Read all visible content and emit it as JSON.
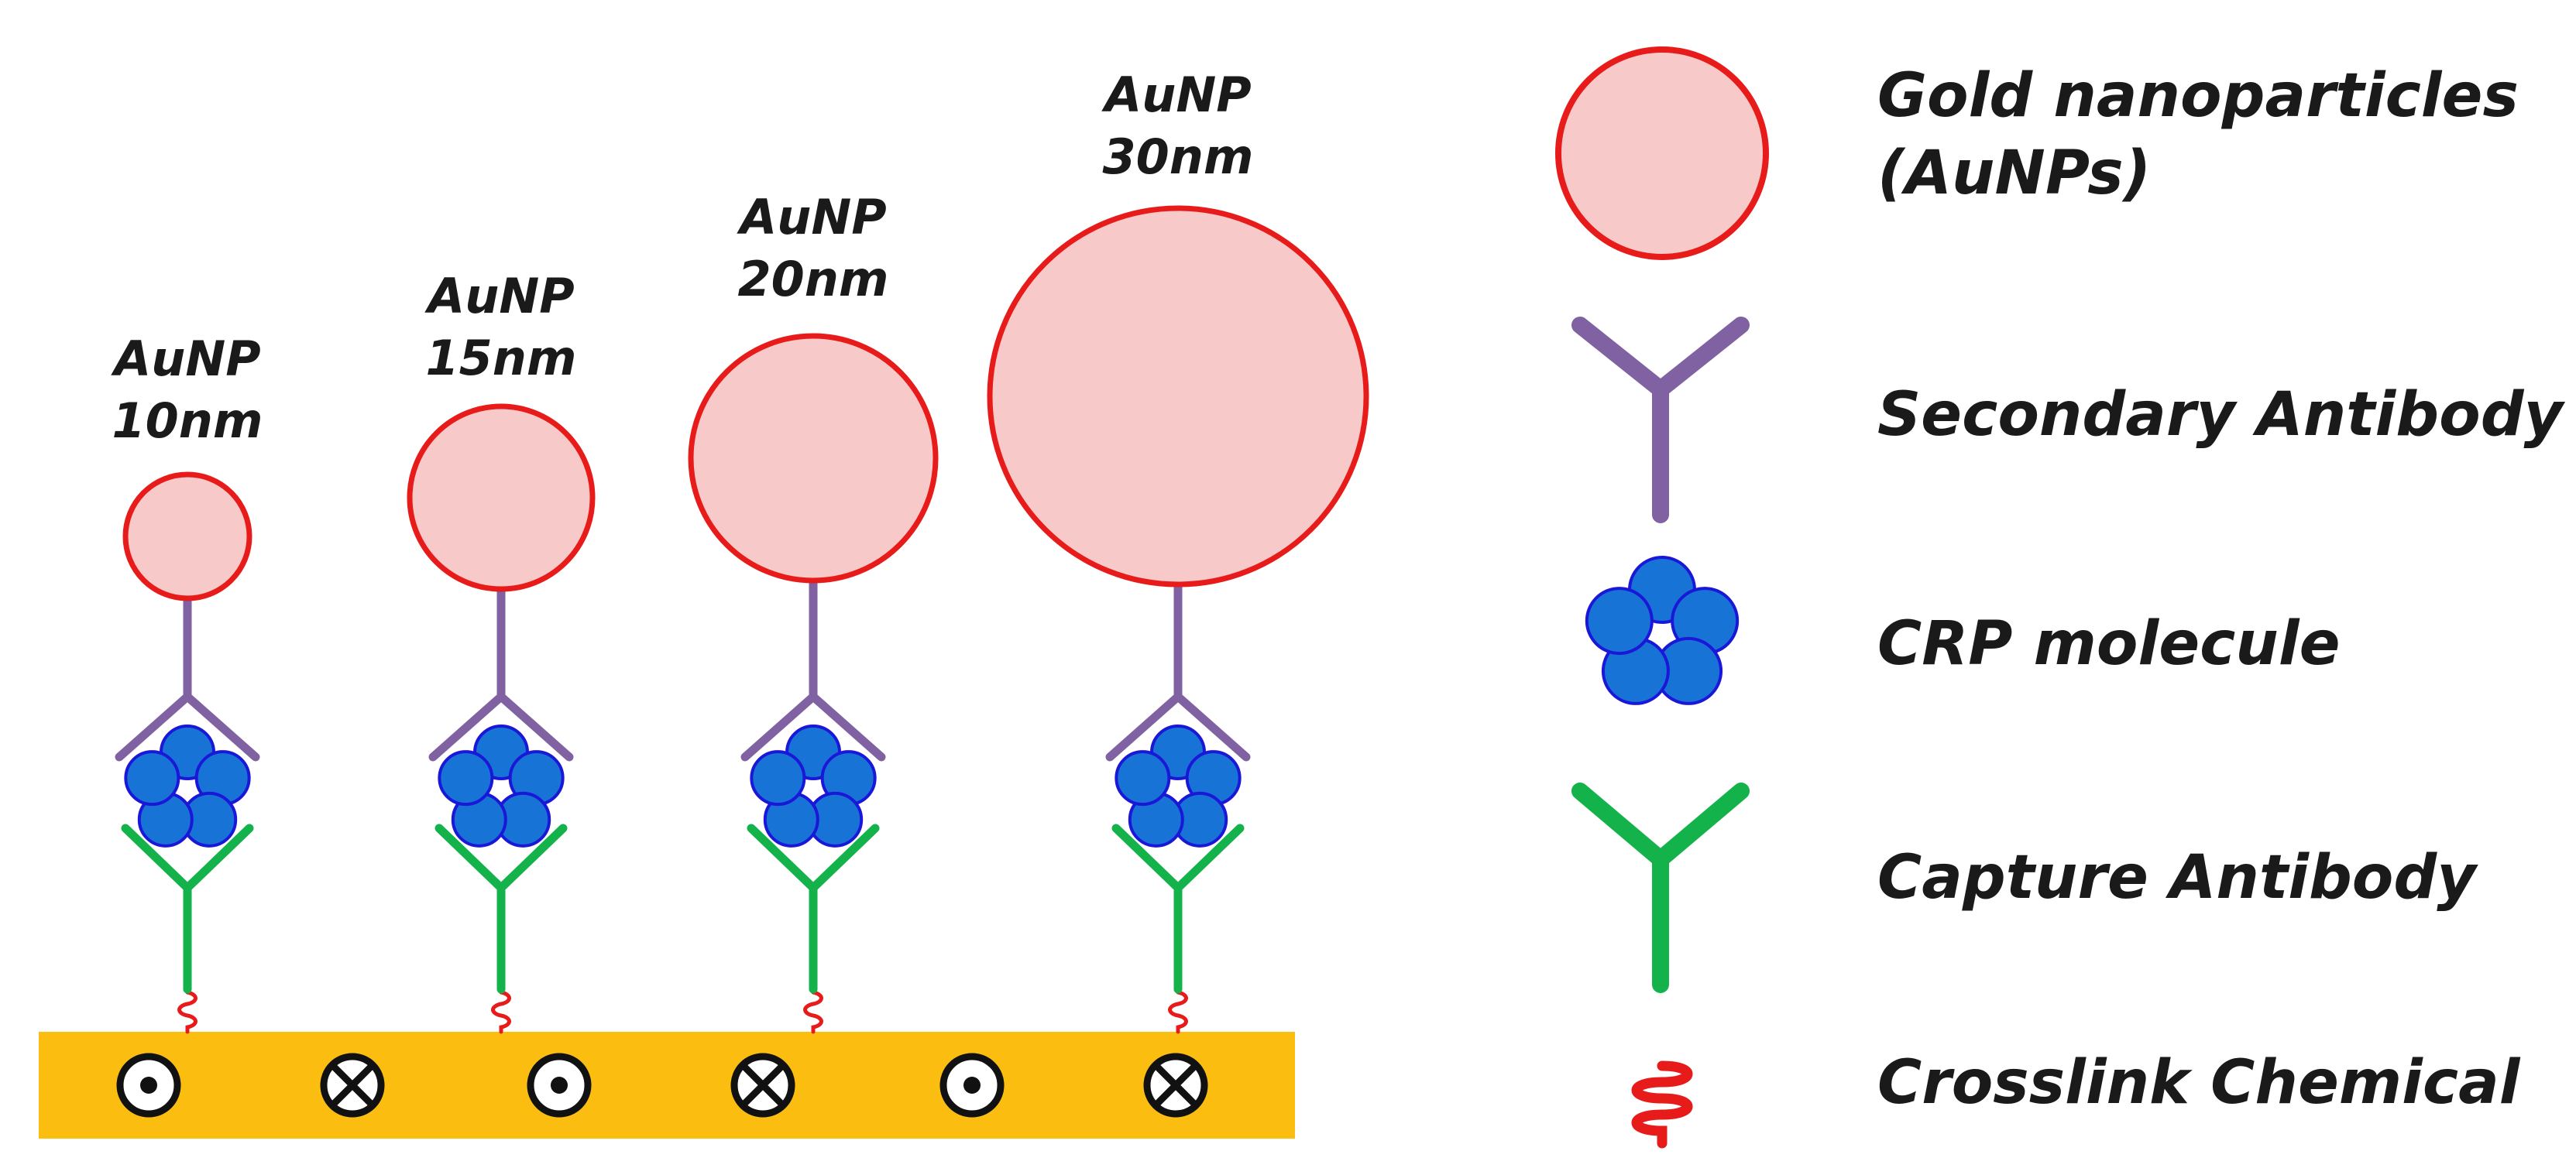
{
  "colors": {
    "nanoparticle_fill": "#f8c9c9",
    "nanoparticle_stroke": "#e81b1b",
    "secondary_antibody": "#8061a2",
    "crp_fill": "#1774d6",
    "crp_stroke": "#1b17d8",
    "capture_antibody": "#14b24a",
    "crosslink": "#e81b1b",
    "substrate": "#fbbd0f"
  },
  "nanoparticles": [
    {
      "label_line1": "AuNP",
      "label_line2": "10nm",
      "diameter_nm": 10
    },
    {
      "label_line1": "AuNP",
      "label_line2": "15nm",
      "diameter_nm": 15
    },
    {
      "label_line1": "AuNP",
      "label_line2": "20nm",
      "diameter_nm": 20
    },
    {
      "label_line1": "AuNP",
      "label_line2": "30nm",
      "diameter_nm": 30
    }
  ],
  "substrate": {
    "symbols": [
      "dot-in-circle-icon",
      "cross-in-circle-icon",
      "dot-in-circle-icon",
      "cross-in-circle-icon",
      "dot-in-circle-icon",
      "cross-in-circle-icon"
    ]
  },
  "legend": {
    "gold_nanoparticles": {
      "line1": "Gold nanoparticles",
      "line2": "(AuNPs)"
    },
    "secondary_antibody": "Secondary Antibody",
    "crp_molecule": "CRP molecule",
    "capture_antibody": "Capture Antibody",
    "crosslink_chemical": "Crosslink Chemical"
  }
}
